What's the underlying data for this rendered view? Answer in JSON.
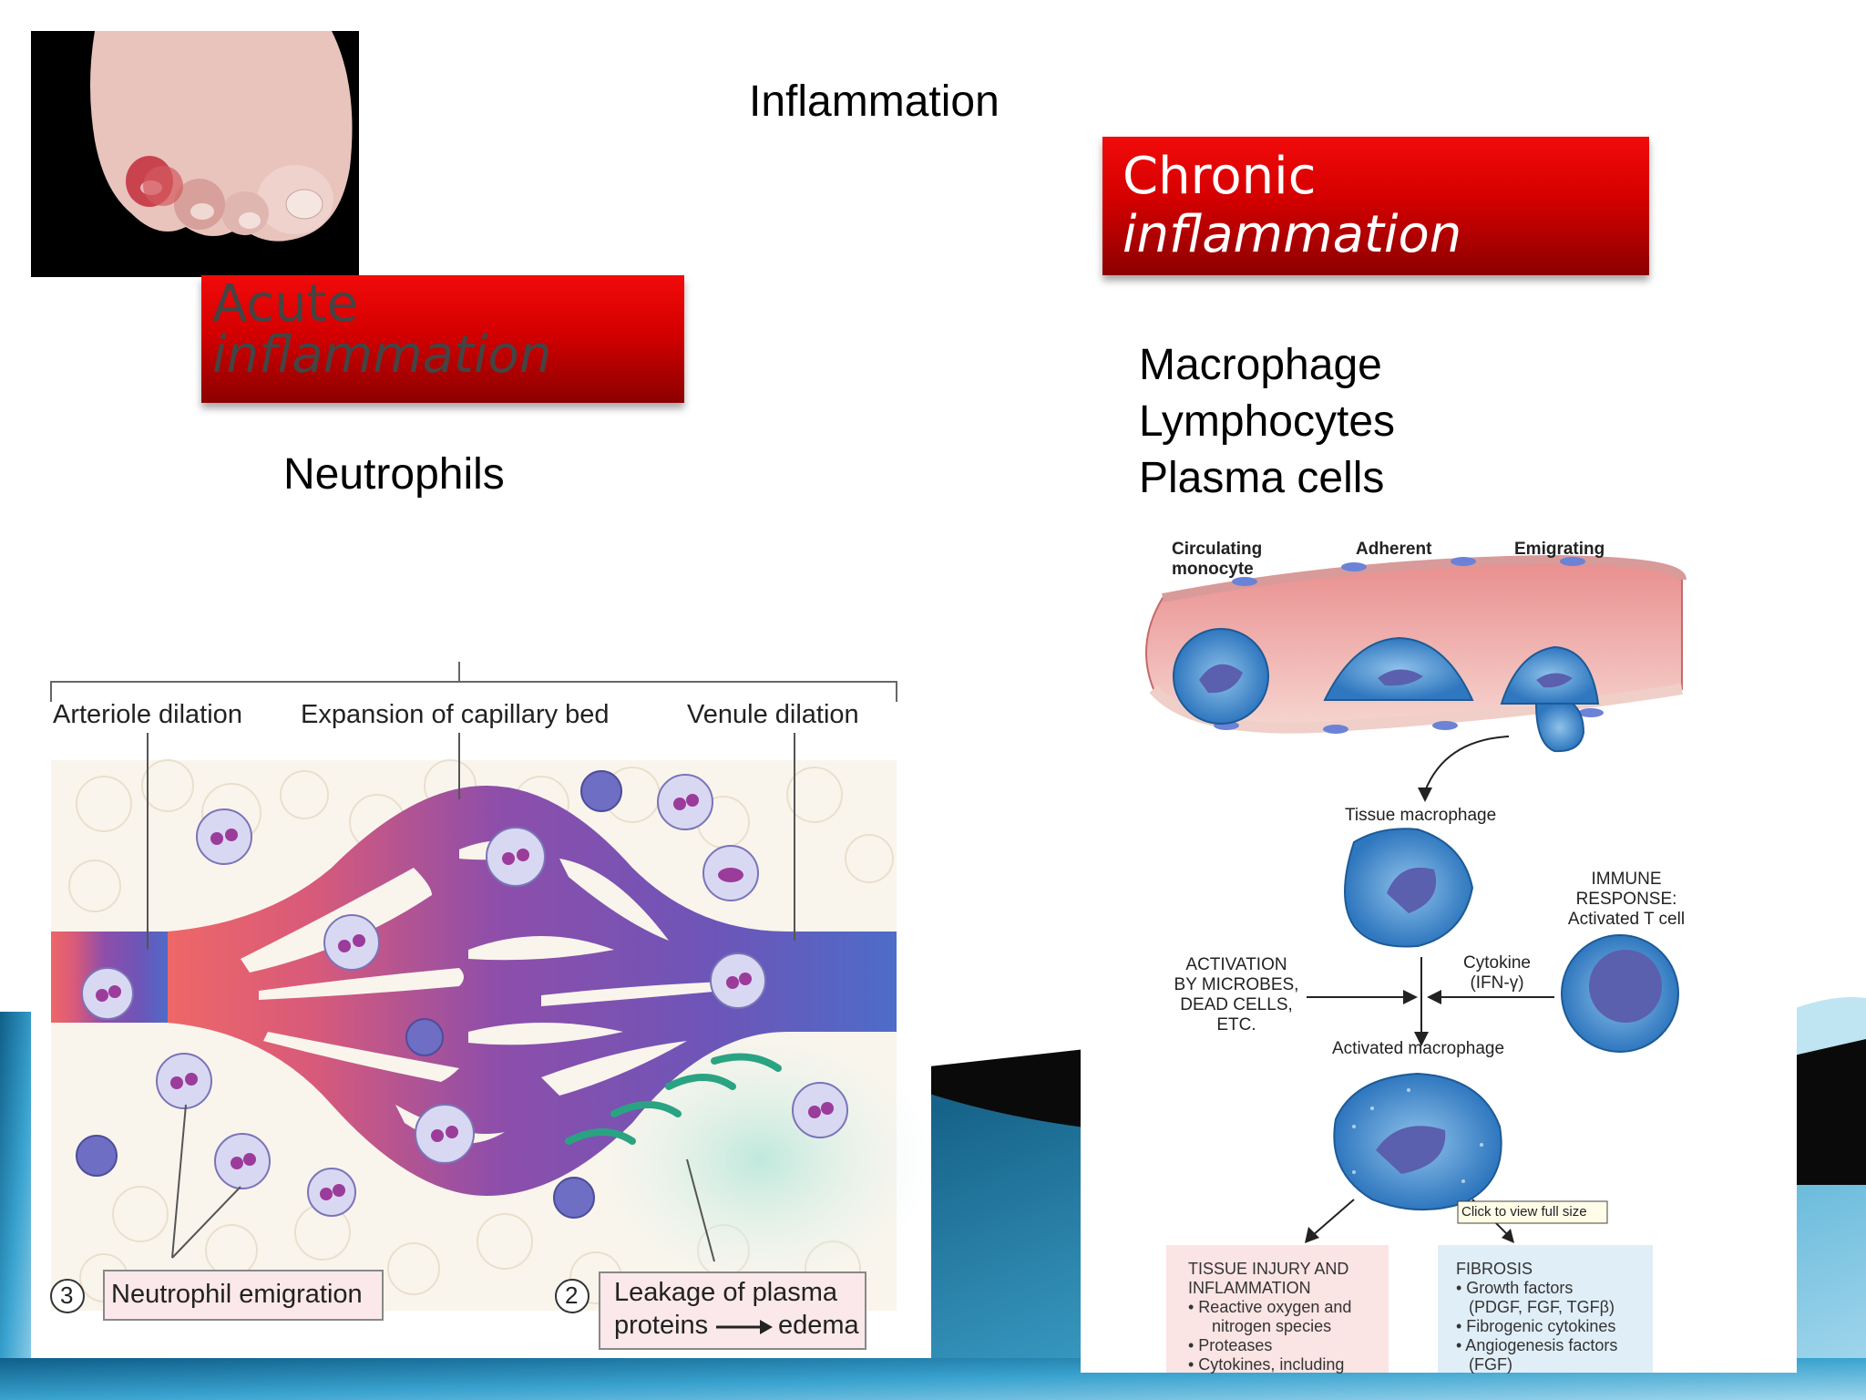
{
  "slide": {
    "title": "Inflammation"
  },
  "acute": {
    "banner_line1": "Acute",
    "banner_line2": "inflammation",
    "cells": [
      "Neutrophils"
    ]
  },
  "chronic": {
    "banner_line1": "Chronic",
    "banner_line2": "inflammation",
    "cells": [
      "Macrophage",
      "Lymphocytes",
      "Plasma  cells"
    ]
  },
  "figure_left": {
    "labels": {
      "arteriole": "Arteriole dilation",
      "capillary": "Expansion of capillary bed",
      "venule": "Venule dilation"
    },
    "steps": [
      {
        "number": "3",
        "text": "Neutrophil emigration"
      },
      {
        "number": "2",
        "line1": "Leakage of plasma",
        "line2_prefix": "proteins",
        "line2_suffix": "edema"
      }
    ]
  },
  "figure_right": {
    "stages": [
      "Circulating monocyte",
      "Adherent",
      "Emigrating"
    ],
    "stage_lines": {
      "circulating_1": "Circulating",
      "circulating_2": "monocyte"
    },
    "tissue_macrophage": "Tissue macrophage",
    "immune_response": [
      "IMMUNE",
      "RESPONSE:",
      "Activated T cell"
    ],
    "activation": [
      "ACTIVATION",
      "BY MICROBES,",
      "DEAD CELLS,",
      "ETC."
    ],
    "cytokine": [
      "Cytokine",
      "(IFN-γ)"
    ],
    "activated_macrophage": "Activated macrophage",
    "tooltip": "Click to view full size",
    "box_injury": {
      "title": [
        "TISSUE INJURY AND",
        "INFLAMMATION"
      ],
      "items": [
        "• Reactive oxygen and",
        "nitrogen species",
        "• Proteases",
        "• Cytokines, including"
      ]
    },
    "box_fibrosis": {
      "title": "FIBROSIS",
      "items": [
        "• Growth factors",
        "(PDGF, FGF, TGFβ)",
        "• Fibrogenic cytokines",
        "• Angiogenesis factors",
        "(FGF)"
      ]
    }
  },
  "colors": {
    "banner_red": "#e00000",
    "slide_teal": "#2a8fbd",
    "arteriole_red": "#e65a5a",
    "venule_blue": "#4a6cc8",
    "cell_blue": "#4f8fd0"
  }
}
